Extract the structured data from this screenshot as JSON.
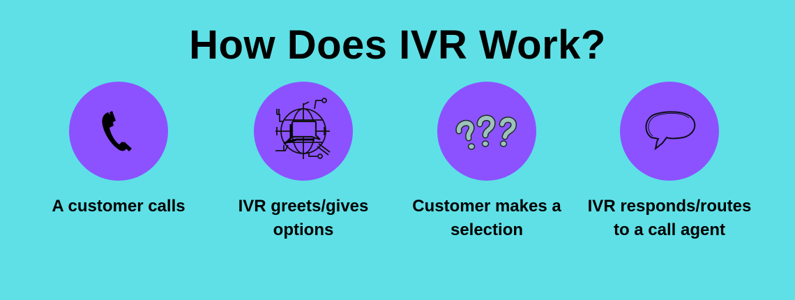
{
  "title": "How Does IVR Work?",
  "colors": {
    "background": "#5ee0e6",
    "circle": "#8c52ff",
    "text": "#000000",
    "question_marks": "#9ec2bb"
  },
  "steps": [
    {
      "icon": "phone-icon",
      "label": "A customer calls"
    },
    {
      "icon": "globe-chat-icon",
      "label": "IVR greets/gives options"
    },
    {
      "icon": "question-marks-icon",
      "label": "Customer makes a selection"
    },
    {
      "icon": "speech-bubble-icon",
      "label": "IVR responds/routes to a call agent"
    }
  ]
}
